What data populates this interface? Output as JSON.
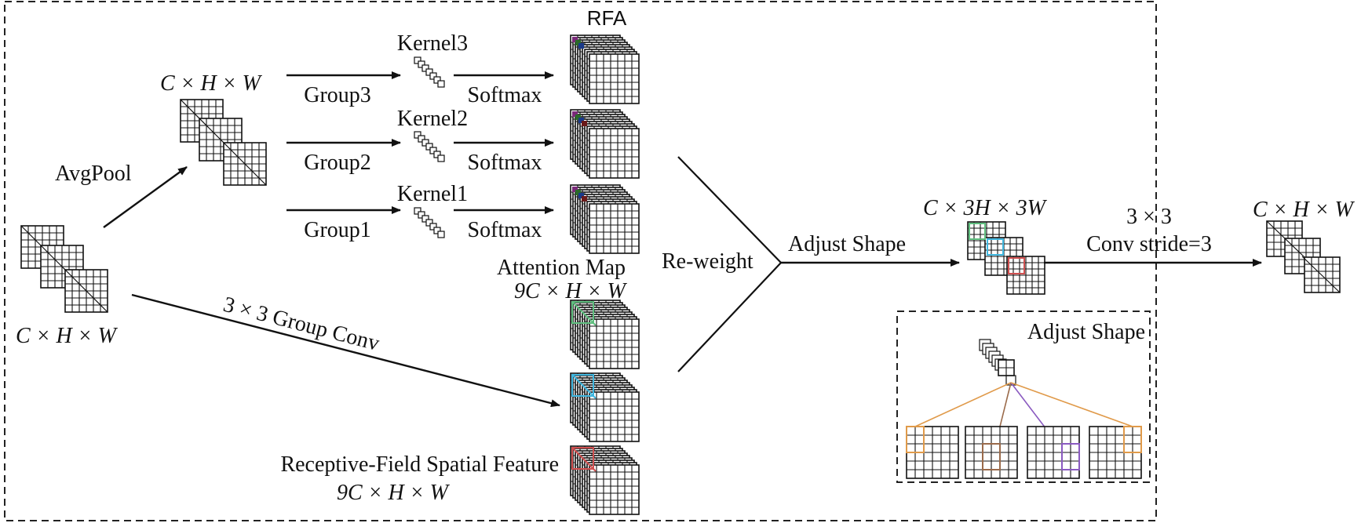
{
  "title": "RFA",
  "labels": {
    "input_shape": "C × H × W",
    "pooled_shape": "C × H × W",
    "avgpool": "AvgPool",
    "group3": "Group3",
    "group2": "Group2",
    "group1": "Group1",
    "kernel3": "Kernel3",
    "kernel2": "Kernel2",
    "kernel1": "Kernel1",
    "softmax3": "Softmax",
    "softmax2": "Softmax",
    "softmax1": "Softmax",
    "attention_map": "Attention Map",
    "attention_shape": "9C × H × W",
    "group_conv": "3 × 3 Group Conv",
    "rf_feature": "Receptive-Field Spatial Feature",
    "rf_shape": "9C × H × W",
    "reweight": "Re-weight",
    "adjust_shape": "Adjust Shape",
    "expanded_shape": "C × 3H × 3W",
    "conv_top": "3 × 3",
    "conv_bottom": "Conv stride=3",
    "output_shape": "C × H × W",
    "inset_title": "Adjust Shape"
  },
  "colors": {
    "stroke": "#111111",
    "green": "#5fbf7f",
    "cyan": "#3fb7e0",
    "red": "#d05050",
    "orange": "#e09a4a",
    "brown": "#9a6a4a",
    "purple": "#8a5ac0",
    "dark_cells": [
      "#7a2a7a",
      "#2a6a2a",
      "#1a3a8a",
      "#6a1a1a"
    ]
  }
}
